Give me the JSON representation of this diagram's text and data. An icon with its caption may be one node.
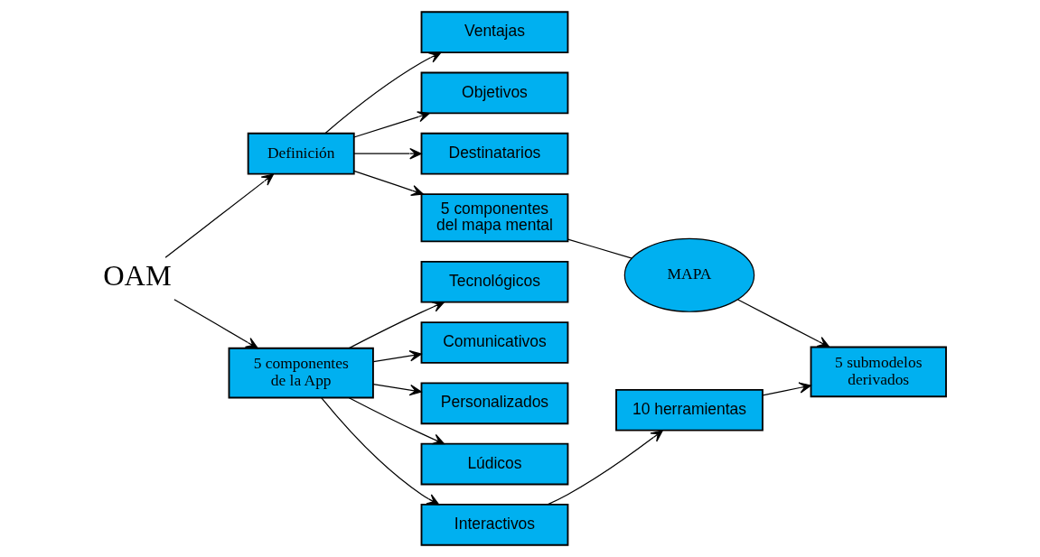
{
  "diagram": {
    "nodes": [
      {
        "text": [
          "OAM"
        ]
      },
      {
        "text": [
          "Definición"
        ]
      },
      {
        "text": [
          "Ventajas"
        ]
      },
      {
        "text": [
          "Objetivos"
        ]
      },
      {
        "text": [
          "Destinatarios"
        ]
      },
      {
        "text": [
          "5 componentes de la App"
        ]
      },
      {
        "text": [
          "Tecnológicos"
        ]
      },
      {
        "text": [
          "Comunicativos"
        ]
      },
      {
        "text": [
          "Personalizados"
        ]
      },
      {
        "text": [
          "Lúdicos"
        ]
      },
      {
        "text": [
          "Interactivos"
        ]
      },
      {
        "text": [
          "5 componentes del mapa mental"
        ]
      },
      {
        "text": [
          "MAPA"
        ]
      },
      {
        "text": [
          "5 submodelos derivados"
        ]
      },
      {
        "text": [
          "10 herramientas"
        ]
      }
    ],
    "edges": [
      {
        "from": 0,
        "to": 1,
        "arrow": "to"
      },
      {
        "from": 0,
        "to": 5,
        "arrow": "to"
      },
      {
        "from": 1,
        "to": 2,
        "arrow": "to"
      },
      {
        "from": 1,
        "to": 3,
        "arrow": "to"
      },
      {
        "from": 1,
        "to": 4,
        "arrow": "to"
      },
      {
        "from": 5,
        "to": 6,
        "arrow": "to"
      },
      {
        "from": 5,
        "to": 7,
        "arrow": "to"
      },
      {
        "from": 5,
        "to": 8,
        "arrow": "to"
      },
      {
        "from": 5,
        "to": 9,
        "arrow": "to"
      },
      {
        "from": 5,
        "to": 10,
        "arrow": "to"
      },
      {
        "from": 1,
        "to": 11,
        "arrow": "to"
      },
      {
        "from": 11,
        "to": 12,
        "arrow": "none"
      },
      {
        "from": 12,
        "to": 13,
        "arrow": "to"
      },
      {
        "from": 10,
        "to": 14,
        "arrow": "to"
      },
      {
        "from": 14,
        "to": 13,
        "arrow": "to"
      }
    ]
  }
}
